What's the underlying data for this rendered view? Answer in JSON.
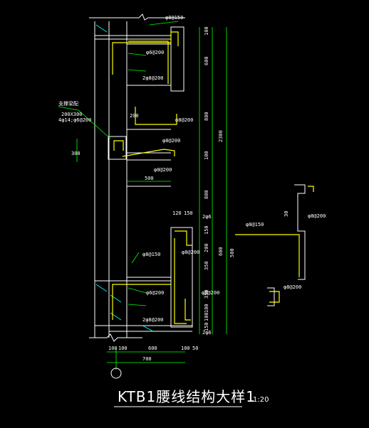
{
  "drawing": {
    "title": "KTB1腰线结构大样1",
    "scale": "1:20",
    "colors": {
      "background": "#000000",
      "outline": "#ffffff",
      "rebar": "#ffff00",
      "dimension": "#00ff00",
      "leader": "#00ff00",
      "hatch": "#00ffff"
    }
  },
  "labels": {
    "rebar_top": "φ8@150",
    "rebar_upper_stirrup": "φ6@200",
    "rebar_upper_long": "2φ8@200",
    "beam_section": "200X300",
    "beam_rebar": "4φ14;φ6@200",
    "beam_tag": "支撑梁配",
    "slab_200": "200",
    "rebar_mid_top": "φ8@200",
    "rebar_mid_lower": "φ8@200",
    "rebar_mid_cap": "φ8@200",
    "dim_mid_500": "500",
    "dim_300_left": "300",
    "dim_120": "120",
    "dim_150": "150",
    "rebar_2phi6_top": "2φ6",
    "rebar_lower_cap": "φ8@200",
    "rebar_lower_150": "φ8@150",
    "rebar_lower_stirrup": "φ6@200",
    "rebar_lower_long": "2φ8@200",
    "rebar_lower_right": "φ8@200",
    "rebar_2phi6_bottom": "2φ6",
    "dim_bottom_100a": "100",
    "dim_bottom_100b": "100",
    "dim_bottom_600": "600",
    "dim_bottom_100c": "100",
    "dim_bottom_50": "50",
    "dim_bottom_700": "700",
    "right_dims": {
      "d100_top": "100",
      "d600": "600",
      "d800_upper": "800",
      "d2300": "2300",
      "d100_mid": "100",
      "d800_lower": "800",
      "d150": "150",
      "d200": "200",
      "d350a": "350",
      "d350b": "350",
      "d600_lower": "600",
      "d100_a": "100",
      "d100_b": "100",
      "d150_bottom": "150"
    },
    "detail": {
      "d30": "30",
      "rebar_a": "φ8@200",
      "rebar_b": "φ8@150",
      "d500": "500",
      "rebar_c": "φ8@200"
    }
  }
}
